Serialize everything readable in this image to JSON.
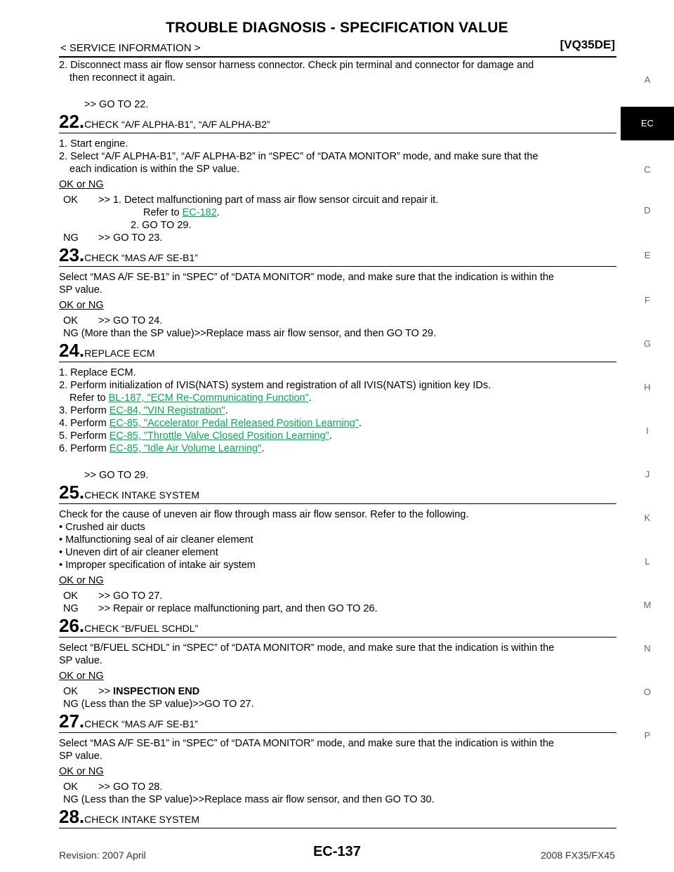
{
  "header": {
    "title": "TROUBLE DIAGNOSIS - SPECIFICATION VALUE",
    "section": "< SERVICE INFORMATION >",
    "model": "[VQ35DE]"
  },
  "sidebar": [
    "A",
    "EC",
    "C",
    "D",
    "E",
    "F",
    "G",
    "H",
    "I",
    "J",
    "K",
    "L",
    "M",
    "N",
    "O",
    "P"
  ],
  "intro": {
    "item2": "2. Disconnect mass air flow sensor harness connector. Check pin terminal and connector for damage and",
    "item2b": "then reconnect it again.",
    "goto": ">> GO TO 22."
  },
  "step22": {
    "num": "22.",
    "title": "CHECK “A/F ALPHA-B1”, “A/F ALPHA-B2”",
    "l1": "1. Start engine.",
    "l2": "2. Select “A/F ALPHA-B1”, “A/F ALPHA-B2” in “SPEC” of “DATA MONITOR” mode, and make sure that the",
    "l2b": "each indication is within the SP value.",
    "okng": "OK or NG",
    "ok_key": "OK",
    "ok1": ">> 1.  Detect malfunctioning part of mass air flow sensor circuit and repair it.",
    "ok1b": "Refer to",
    "ok1link": "EC-182",
    "ok2": "2.  GO TO 29.",
    "ng_key": "NG",
    "ng": ">> GO TO 23."
  },
  "step23": {
    "num": "23.",
    "title": "CHECK “MAS A/F SE-B1”",
    "body": "Select “MAS A/F SE-B1” in “SPEC” of “DATA MONITOR” mode, and make sure that the indication is within the",
    "body2": "SP value.",
    "okng": "OK or NG",
    "ok_key": "OK",
    "ok": ">> GO TO 24.",
    "ng": "NG (More than the SP value)>>Replace mass air flow sensor, and then GO TO 29."
  },
  "step24": {
    "num": "24.",
    "title": "REPLACE ECM",
    "l1": "1. Replace ECM.",
    "l2": "2. Perform initialization of IVIS(NATS) system and registration of all IVIS(NATS) ignition key IDs.",
    "l2b": "Refer to",
    "l2link": "BL-187, \"ECM Re-Communicating Function\"",
    "l3": "3. Perform",
    "l3link": "EC-84, \"VIN Registration\"",
    "l4": "4. Perform",
    "l4link": "EC-85, \"Accelerator Pedal Released Position Learning\"",
    "l5": "5. Perform",
    "l5link": "EC-85, \"Throttle Valve Closed Position Learning\"",
    "l6": "6. Perform",
    "l6link": "EC-85, \"Idle Air Volume Learning\"",
    "goto": ">> GO TO 29."
  },
  "step25": {
    "num": "25.",
    "title": "CHECK INTAKE SYSTEM",
    "body": "Check for the cause of uneven air flow through mass air flow sensor. Refer to the following.",
    "b1": "• Crushed air ducts",
    "b2": "• Malfunctioning seal of air cleaner element",
    "b3": "• Uneven dirt of air cleaner element",
    "b4": "• Improper specification of intake air system",
    "okng": "OK or NG",
    "ok_key": "OK",
    "ok": ">> GO TO 27.",
    "ng_key": "NG",
    "ng": ">> Repair or replace malfunctioning part, and then GO TO 26."
  },
  "step26": {
    "num": "26.",
    "title": "CHECK “B/FUEL SCHDL”",
    "body": "Select “B/FUEL SCHDL” in “SPEC” of “DATA MONITOR” mode, and make sure that the indication is within the",
    "body2": "SP value.",
    "okng": "OK or NG",
    "ok_key": "OK",
    "ok_pre": ">>",
    "ok_bold": "INSPECTION END",
    "ng": "NG (Less than the SP value)>>GO TO 27."
  },
  "step27": {
    "num": "27.",
    "title": "CHECK “MAS A/F SE-B1”",
    "body": "Select “MAS A/F SE-B1” in “SPEC” of “DATA MONITOR” mode, and make sure that the indication is within the",
    "body2": "SP value.",
    "okng": "OK or NG",
    "ok_key": "OK",
    "ok": ">> GO TO 28.",
    "ng": "NG (Less than the SP value)>>Replace mass air flow sensor, and then GO TO 30."
  },
  "step28": {
    "num": "28.",
    "title": "CHECK INTAKE SYSTEM"
  },
  "footer": {
    "revision": "Revision: 2007 April",
    "page": "EC-137",
    "model": "2008 FX35/FX45"
  }
}
